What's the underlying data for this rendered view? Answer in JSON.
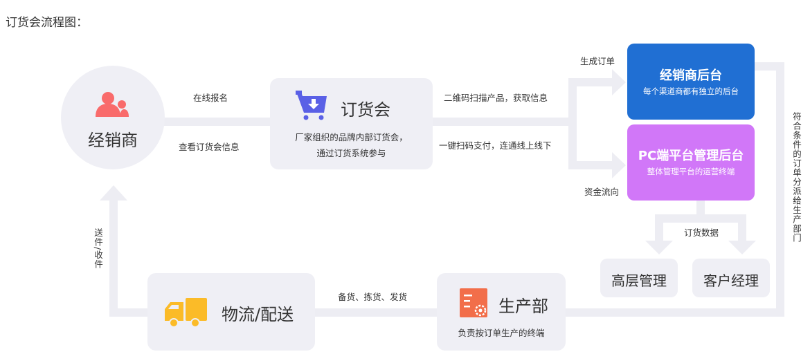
{
  "title": "订货会流程图：",
  "nodes": {
    "dealer": {
      "label": "经销商",
      "icon": "users-icon",
      "color": "#f96b6b"
    },
    "order_fair": {
      "label": "订货会",
      "desc_line1": "厂家组织的品牌内部订货会，",
      "desc_line2": "通过订货系统参与",
      "icon": "cart-download-icon",
      "color": "#5a60e6"
    },
    "dealer_backend": {
      "label": "经销商后台",
      "desc": "每个渠道商都有独立的后台",
      "color": "#206fd3"
    },
    "pc_backend": {
      "label": "PC端平台管理后台",
      "desc": "整体管理平台的运营终端",
      "color": "#d177f8"
    },
    "senior_mgmt": {
      "label": "高层管理"
    },
    "account_manager": {
      "label": "客户经理"
    },
    "production": {
      "label": "生产部",
      "desc": "负责按订单生产的终端",
      "icon": "production-settings-icon",
      "color": "#f26e4a"
    },
    "logistics": {
      "label": "物流/配送",
      "icon": "truck-icon",
      "color": "#fbbb28"
    }
  },
  "edges": {
    "online_signup": "在线报名",
    "view_info": "查看订货会信息",
    "scan_product": "二维码扫描产品，获取信息",
    "scan_pay": "一键扫码支付，连通线上线下",
    "generate_order": "生成订单",
    "fund_flow": "资金流向",
    "order_data": "订货数据",
    "dispatch": "符合条件的订单分派给生产部门",
    "stock_ship": "备货、拣货、发货",
    "send_receive": "送件/收件"
  },
  "colors": {
    "line": "#ededf3",
    "card": "#efeff5"
  }
}
